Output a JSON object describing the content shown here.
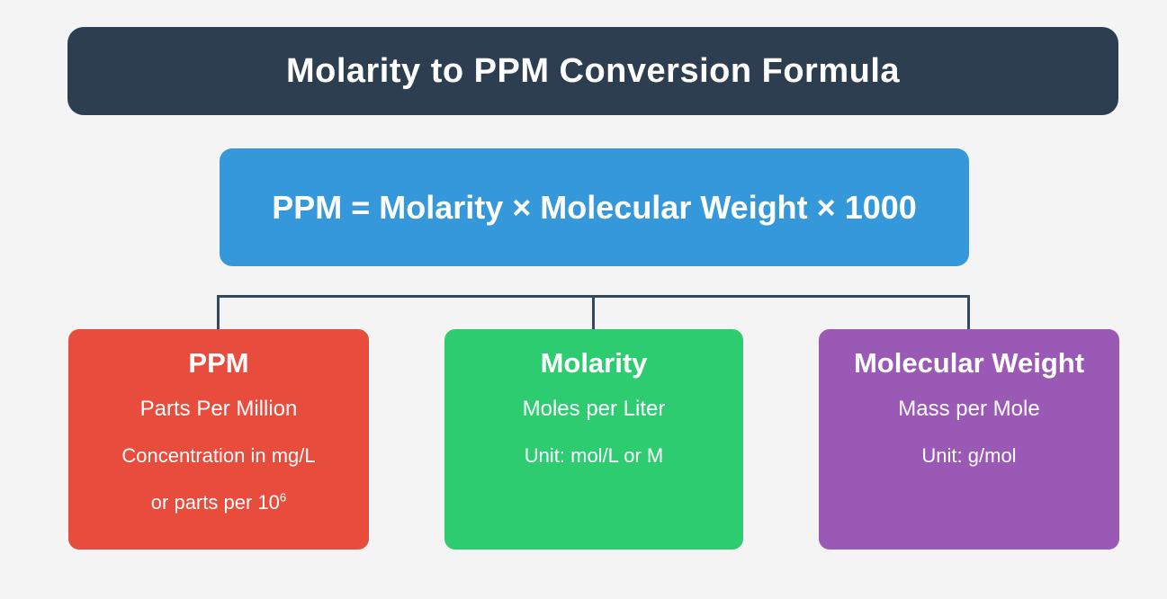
{
  "colors": {
    "background": "#f4f4f5",
    "header_bg": "#2c3e50",
    "formula_bg": "#3498db",
    "connector": "#34495e",
    "card_ppm_bg": "#e74c3c",
    "card_molarity_bg": "#2ecc71",
    "card_molecular_weight_bg": "#9b59b6",
    "text_light": "#ffffff"
  },
  "header": {
    "title": "Molarity to PPM Conversion Formula"
  },
  "formula": {
    "text": "PPM = Molarity × Molecular Weight × 1000"
  },
  "cards": {
    "ppm": {
      "title": "PPM",
      "line1": "Parts Per Million",
      "line2": "Concentration in mg/L",
      "line3_base": "or parts per 10",
      "line3_sup": "6"
    },
    "molarity": {
      "title": "Molarity",
      "line1": "Moles per Liter",
      "line2": "Unit: mol/L or M"
    },
    "molecular_weight": {
      "title": "Molecular Weight",
      "line1": "Mass per Mole",
      "line2": "Unit: g/mol"
    }
  }
}
